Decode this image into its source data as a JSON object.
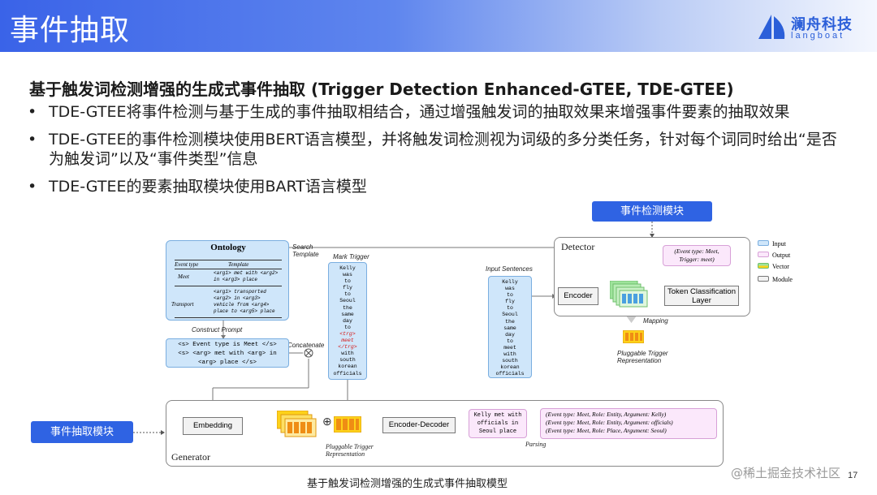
{
  "header": {
    "title": "事件抽取",
    "logo_cn": "澜舟科技",
    "logo_en": "langboat"
  },
  "heading": "基于触发词检测增强的生成式事件抽取 (Trigger Detection Enhanced-GTEE, TDE-GTEE)",
  "bullets": [
    "TDE-GTEE将事件检测与基于生成的事件抽取相结合，通过增强触发词的抽取效果来增强事件要素的抽取效果",
    "TDE-GTEE的事件检测模块使用BERT语言模型，并将触发词检测视为词级的多分类任务，针对每个词同时给出“是否为触发词”以及“事件类型”信息",
    "TDE-GTEE的要素抽取模块使用BART语言模型"
  ],
  "bullet_symbol": "•",
  "tags": {
    "detection": "事件检测模块",
    "extraction": "事件抽取模块"
  },
  "diagram": {
    "ontology": {
      "title": "Ontology",
      "col_event": "Event type",
      "col_template": "Template",
      "meet_label": "Meet",
      "meet_template": [
        "<arg1> met with <arg2>",
        "in <arg3> place"
      ],
      "transport_label": "Transport",
      "transport_template": [
        "<arg1> transported",
        "<arg2> in <arg3>",
        "vehicle from <arg4>",
        "place to <arg5> place"
      ]
    },
    "labels": {
      "search_template": [
        "Search",
        "Template"
      ],
      "mark_trigger": "Mark Trigger",
      "construct_prompt": "Construct  Prompt",
      "concatenate": "Concatenate",
      "input_sentences": "Input Sentences",
      "mapping": "Mapping",
      "pluggable_1": [
        "Pluggable Trigger",
        "Representation"
      ],
      "pluggable_2": [
        "Pluggable Trigger",
        "Representation"
      ],
      "parsing": "Parsing"
    },
    "prompt_lines": [
      "<s> Event type is Meet </s>",
      "<s> <arg> met with <arg> in",
      "<arg> place </s>"
    ],
    "marked_tokens": [
      "Kelly",
      "was",
      "to",
      "fly",
      "to",
      "Seoul",
      "the",
      "same",
      "day",
      "to",
      "<trg>",
      "meet",
      "</trg>",
      "with",
      "south",
      "korean",
      "officials"
    ],
    "input_tokens": [
      "Kelly",
      "was",
      "to",
      "fly",
      "to",
      "Seoul",
      "the",
      "same",
      "day",
      "to",
      "meet",
      "with",
      "south",
      "korean",
      "officials"
    ],
    "detector": {
      "title": "Detector",
      "output_lines": [
        "(Event type: Meet,",
        "Trigger: meet)"
      ],
      "encoder": "Encoder",
      "token_cls": [
        "Token Classification",
        "Layer"
      ]
    },
    "generator": {
      "title": "Generator",
      "embedding": "Embedding",
      "encdec": "Encoder-Decoder",
      "gen_text": [
        "Kelly met with",
        "officials in",
        "Seoul place"
      ],
      "parsed": [
        "(Event type: Meet, Role: Entity, Argument: Kelly)",
        "(Event type: Meet, Role: Entity, Argument: officials)",
        "(Event type: Meet, Role: Place, Argument: Seoul)"
      ],
      "plus": "⊕"
    },
    "legend": [
      {
        "label": "Input",
        "color": "#cfe6fa"
      },
      {
        "label": "Output",
        "color": "#fbe8fb"
      },
      {
        "label": "Vector",
        "color": "#9ee39b"
      },
      {
        "label": "Module",
        "color": "#f2f2f2"
      }
    ]
  },
  "caption": "基于触发词检测增强的生成式事件抽取模型",
  "watermark": "@稀土掘金技术社区",
  "page_number": "17"
}
